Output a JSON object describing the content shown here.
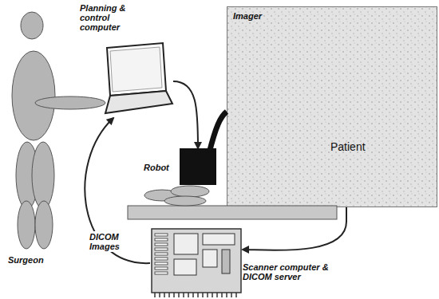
{
  "diagram": {
    "nodes": [
      {
        "text": [
          "Surgeon"
        ]
      },
      {
        "text": [
          "Planning & control computer"
        ]
      },
      {
        "text": [
          "Robot"
        ]
      },
      {
        "text": [
          "Imager",
          "Patient"
        ]
      },
      {
        "text": [
          "Scanner computer & DICOM server"
        ]
      }
    ],
    "edges": [
      {
        "from": 1,
        "to": 2,
        "arrow": "to"
      },
      {
        "from": 3,
        "to": 4,
        "arrow": "to"
      },
      {
        "from": 4,
        "to": 1,
        "label": "DICOM Images",
        "arrow": "to"
      }
    ]
  }
}
